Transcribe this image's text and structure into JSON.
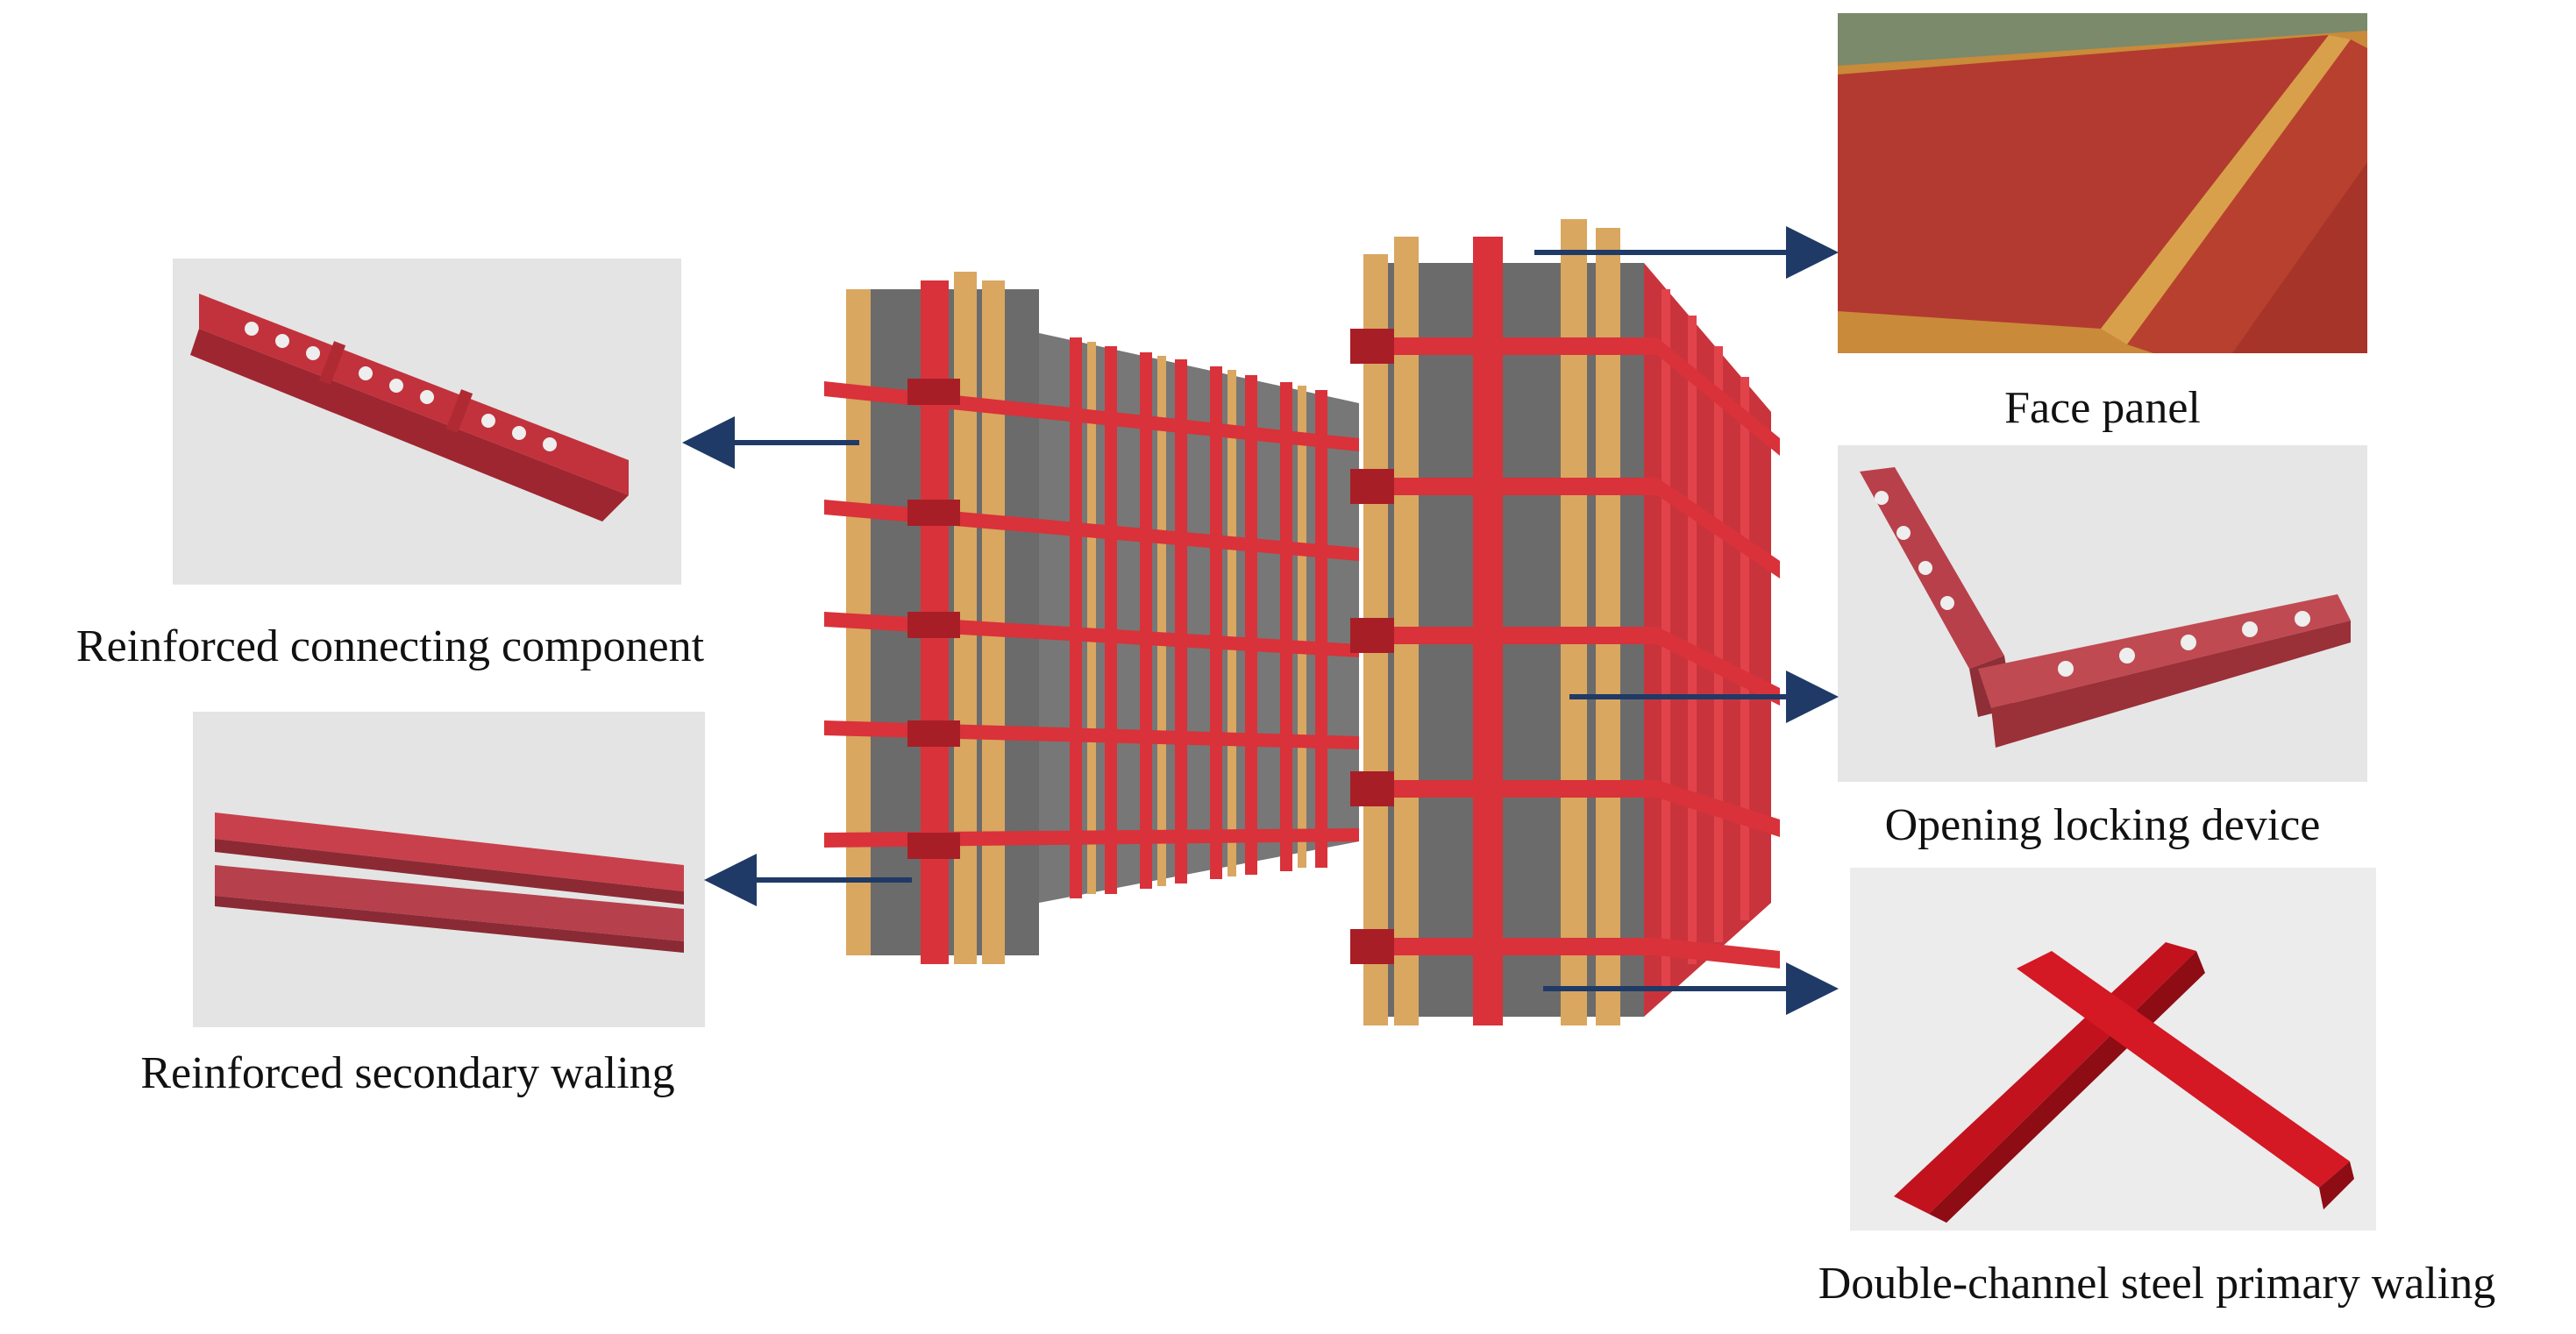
{
  "labels": {
    "reinforced_connecting_component": "Reinforced connecting component",
    "reinforced_secondary_waling": "Reinforced secondary waling",
    "face_panel": "Face panel",
    "opening_locking_device": "Opening locking device",
    "double_channel_primary_waling": "Double-channel steel primary waling"
  },
  "colors": {
    "steel_red": "#d9323a",
    "dark_red": "#a81e26",
    "timber": "#d9a760",
    "panel_grey": "#6b6b6b",
    "arrow": "#1f3a66",
    "photo_bg": "#e6e6e6"
  }
}
